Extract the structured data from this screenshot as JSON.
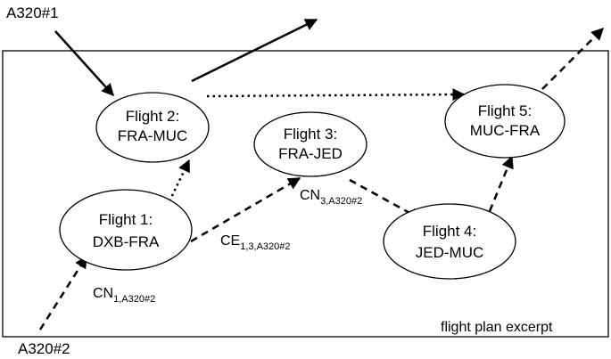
{
  "aircraft": {
    "a1": "A320#1",
    "a2": "A320#2"
  },
  "caption": "flight plan excerpt",
  "flights": [
    {
      "id": "f1",
      "title": "Flight 1:",
      "route": "DXB-FRA"
    },
    {
      "id": "f2",
      "title": "Flight 2:",
      "route": "FRA-MUC"
    },
    {
      "id": "f3",
      "title": "Flight 3:",
      "route": "FRA-JED"
    },
    {
      "id": "f4",
      "title": "Flight 4:",
      "route": "JED-MUC"
    },
    {
      "id": "f5",
      "title": "Flight 5:",
      "route": "MUC-FRA"
    }
  ],
  "labels": {
    "cn1": {
      "main": "CN",
      "sub": "1,A320#2"
    },
    "ce13": {
      "main": "CE",
      "sub": "1,3,A320#2"
    },
    "cn3": {
      "main": "CN",
      "sub": "3,A320#2"
    }
  }
}
